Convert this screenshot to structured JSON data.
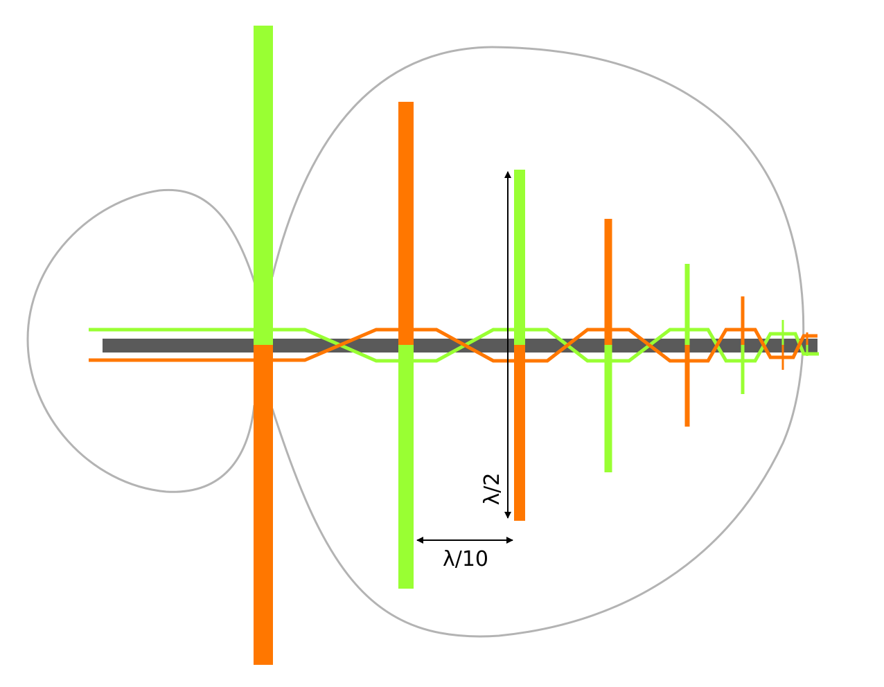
{
  "diagram": {
    "labels": {
      "element_length": "λ/2",
      "element_spacing": "λ/10"
    },
    "colors": {
      "boom": "#5a5a5a",
      "phase_a": "#99ff33",
      "phase_b": "#ff7700",
      "pattern": "#b3b3b3",
      "dimension": "#000000"
    },
    "element_count": 9
  }
}
